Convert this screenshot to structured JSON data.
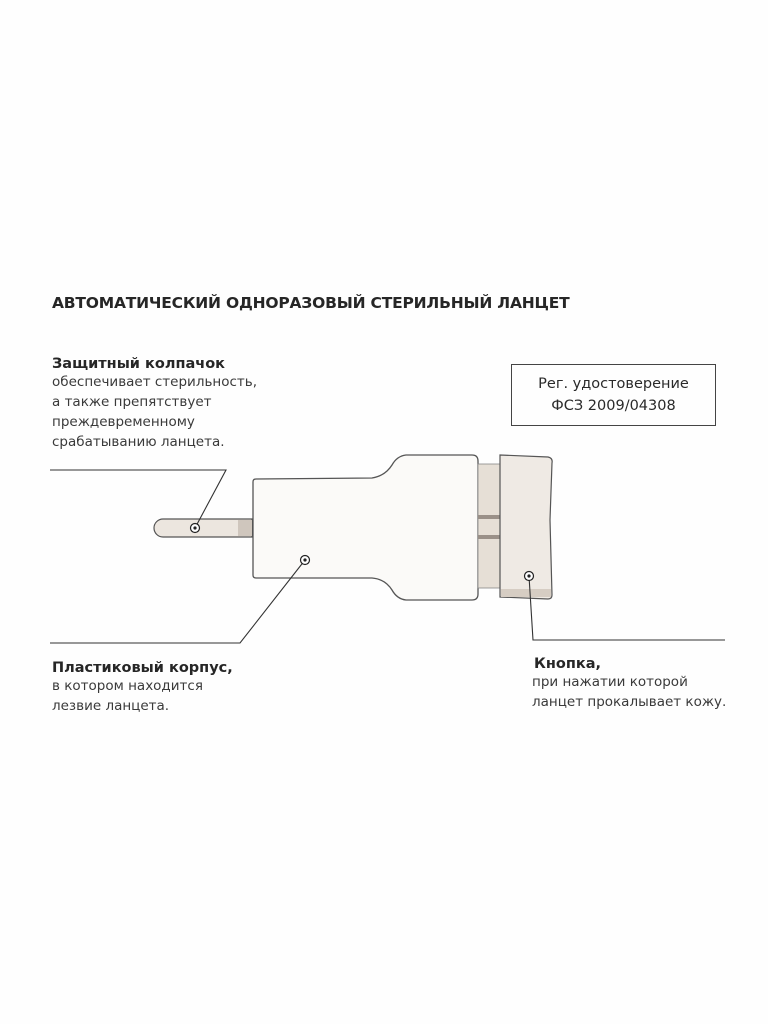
{
  "title": "АВТОМАТИЧЕСКИЙ ОДНОРАЗОВЫЙ СТЕРИЛЬНЫЙ ЛАНЦЕТ",
  "cap": {
    "heading": "Защитный колпачок",
    "lines": [
      "обеспечивает стерильность,",
      "а также препятствует",
      "преждевременному",
      "срабатыванию ланцета."
    ]
  },
  "registration": {
    "line1": "Рег. удостоверение",
    "line2": "ФСЗ 2009/04308"
  },
  "body": {
    "heading": "Пластиковый корпус,",
    "lines": [
      "в котором находится",
      "лезвие ланцета."
    ]
  },
  "button": {
    "heading": "Кнопка,",
    "lines": [
      "при нажатии которой",
      "ланцет прокалывает кожу."
    ]
  }
}
